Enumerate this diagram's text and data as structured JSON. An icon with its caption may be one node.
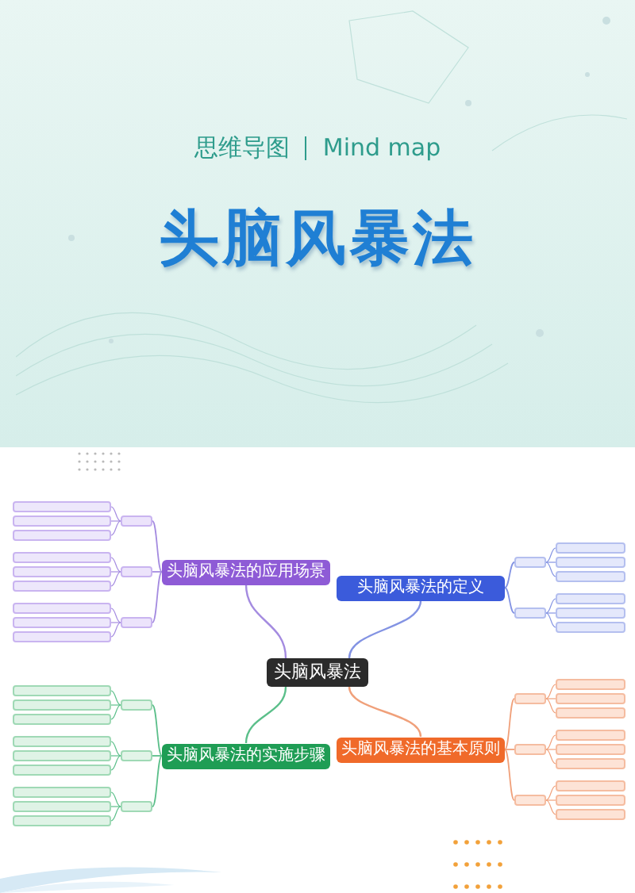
{
  "diagram": {
    "title": "头脑风暴法",
    "labels": [
      "思维导图",
      "Mind map"
    ],
    "nodes": [
      {
        "text": [
          "头脑风暴法"
        ]
      },
      {
        "text": [
          "头脑风暴法的应用场景"
        ]
      },
      {
        "text": [],
        "shape": "box"
      },
      {
        "text": [],
        "shape": "box"
      },
      {
        "text": [],
        "shape": "box"
      },
      {
        "text": [],
        "shape": "box"
      },
      {
        "text": [],
        "shape": "box"
      },
      {
        "text": [],
        "shape": "box"
      },
      {
        "text": [],
        "shape": "box"
      },
      {
        "text": [],
        "shape": "box"
      },
      {
        "text": [],
        "shape": "box"
      },
      {
        "text": [],
        "shape": "box"
      },
      {
        "text": [],
        "shape": "box"
      },
      {
        "text": [],
        "shape": "box"
      },
      {
        "text": [
          "头脑风暴法的实施步骤"
        ]
      },
      {
        "text": [],
        "shape": "box"
      },
      {
        "text": [],
        "shape": "box"
      },
      {
        "text": [],
        "shape": "box"
      },
      {
        "text": [],
        "shape": "box"
      },
      {
        "text": [],
        "shape": "box"
      },
      {
        "text": [],
        "shape": "box"
      },
      {
        "text": [],
        "shape": "box"
      },
      {
        "text": [],
        "shape": "box"
      },
      {
        "text": [],
        "shape": "box"
      },
      {
        "text": [],
        "shape": "box"
      },
      {
        "text": [],
        "shape": "box"
      },
      {
        "text": [],
        "shape": "box"
      },
      {
        "text": [
          "头脑风暴法的定义"
        ]
      },
      {
        "text": [],
        "shape": "box"
      },
      {
        "text": [],
        "shape": "box"
      },
      {
        "text": [],
        "shape": "box"
      },
      {
        "text": [],
        "shape": "box"
      },
      {
        "text": [],
        "shape": "box"
      },
      {
        "text": [],
        "shape": "box"
      },
      {
        "text": [],
        "shape": "box"
      },
      {
        "text": [],
        "shape": "box"
      },
      {
        "text": [
          "头脑风暴法的基本原则"
        ]
      },
      {
        "text": [],
        "shape": "box"
      },
      {
        "text": [],
        "shape": "box"
      },
      {
        "text": [],
        "shape": "box"
      },
      {
        "text": [],
        "shape": "box"
      },
      {
        "text": [],
        "shape": "box"
      },
      {
        "text": [],
        "shape": "box"
      },
      {
        "text": [],
        "shape": "box"
      },
      {
        "text": [],
        "shape": "box"
      },
      {
        "text": [],
        "shape": "box"
      },
      {
        "text": [],
        "shape": "box"
      },
      {
        "text": [],
        "shape": "box"
      },
      {
        "text": [],
        "shape": "box"
      }
    ],
    "edges": [
      {
        "from": 0,
        "to": 1,
        "arrow": "none",
        "color": "#a48be0"
      },
      {
        "from": 1,
        "to": 2,
        "arrow": "none",
        "color": "#a48be0"
      },
      {
        "from": 1,
        "to": 3,
        "arrow": "none",
        "color": "#a48be0"
      },
      {
        "from": 1,
        "to": 4,
        "arrow": "none",
        "color": "#a48be0"
      },
      {
        "from": 2,
        "to": 5,
        "arrow": "none",
        "color": "#a48be0"
      },
      {
        "from": 2,
        "to": 6,
        "arrow": "none",
        "color": "#a48be0"
      },
      {
        "from": 2,
        "to": 7,
        "arrow": "none",
        "color": "#a48be0"
      },
      {
        "from": 3,
        "to": 8,
        "arrow": "none",
        "color": "#a48be0"
      },
      {
        "from": 3,
        "to": 9,
        "arrow": "none",
        "color": "#a48be0"
      },
      {
        "from": 3,
        "to": 10,
        "arrow": "none",
        "color": "#a48be0"
      },
      {
        "from": 4,
        "to": 11,
        "arrow": "none",
        "color": "#a48be0"
      },
      {
        "from": 4,
        "to": 12,
        "arrow": "none",
        "color": "#a48be0"
      },
      {
        "from": 4,
        "to": 13,
        "arrow": "none",
        "color": "#a48be0"
      },
      {
        "from": 0,
        "to": 14,
        "arrow": "none",
        "color": "#5bbf8a"
      },
      {
        "from": 14,
        "to": 15,
        "arrow": "none",
        "color": "#5bbf8a"
      },
      {
        "from": 14,
        "to": 16,
        "arrow": "none",
        "color": "#5bbf8a"
      },
      {
        "from": 14,
        "to": 17,
        "arrow": "none",
        "color": "#5bbf8a"
      },
      {
        "from": 15,
        "to": 18,
        "arrow": "none",
        "color": "#5bbf8a"
      },
      {
        "from": 15,
        "to": 19,
        "arrow": "none",
        "color": "#5bbf8a"
      },
      {
        "from": 15,
        "to": 20,
        "arrow": "none",
        "color": "#5bbf8a"
      },
      {
        "from": 16,
        "to": 21,
        "arrow": "none",
        "color": "#5bbf8a"
      },
      {
        "from": 16,
        "to": 22,
        "arrow": "none",
        "color": "#5bbf8a"
      },
      {
        "from": 16,
        "to": 23,
        "arrow": "none",
        "color": "#5bbf8a"
      },
      {
        "from": 17,
        "to": 24,
        "arrow": "none",
        "color": "#5bbf8a"
      },
      {
        "from": 17,
        "to": 25,
        "arrow": "none",
        "color": "#5bbf8a"
      },
      {
        "from": 17,
        "to": 26,
        "arrow": "none",
        "color": "#5bbf8a"
      },
      {
        "from": 0,
        "to": 27,
        "arrow": "none",
        "color": "#8393e3"
      },
      {
        "from": 27,
        "to": 28,
        "arrow": "none",
        "color": "#8393e3"
      },
      {
        "from": 27,
        "to": 29,
        "arrow": "none",
        "color": "#8393e3"
      },
      {
        "from": 28,
        "to": 30,
        "arrow": "none",
        "color": "#8393e3"
      },
      {
        "from": 28,
        "to": 31,
        "arrow": "none",
        "color": "#8393e3"
      },
      {
        "from": 28,
        "to": 32,
        "arrow": "none",
        "color": "#8393e3"
      },
      {
        "from": 29,
        "to": 33,
        "arrow": "none",
        "color": "#8393e3"
      },
      {
        "from": 29,
        "to": 34,
        "arrow": "none",
        "color": "#8393e3"
      },
      {
        "from": 29,
        "to": 35,
        "arrow": "none",
        "color": "#8393e3"
      },
      {
        "from": 0,
        "to": 36,
        "arrow": "none",
        "color": "#f0a07a"
      },
      {
        "from": 36,
        "to": 37,
        "arrow": "none",
        "color": "#f0a07a"
      },
      {
        "from": 36,
        "to": 38,
        "arrow": "none",
        "color": "#f0a07a"
      },
      {
        "from": 36,
        "to": 39,
        "arrow": "none",
        "color": "#f0a07a"
      },
      {
        "from": 37,
        "to": 40,
        "arrow": "none",
        "color": "#f0a07a"
      },
      {
        "from": 37,
        "to": 41,
        "arrow": "none",
        "color": "#f0a07a"
      },
      {
        "from": 37,
        "to": 42,
        "arrow": "none",
        "color": "#f0a07a"
      },
      {
        "from": 38,
        "to": 43,
        "arrow": "none",
        "color": "#f0a07a"
      },
      {
        "from": 38,
        "to": 44,
        "arrow": "none",
        "color": "#f0a07a"
      },
      {
        "from": 38,
        "to": 45,
        "arrow": "none",
        "color": "#f0a07a"
      },
      {
        "from": 39,
        "to": 46,
        "arrow": "none",
        "color": "#f0a07a"
      },
      {
        "from": 39,
        "to": 47,
        "arrow": "none",
        "color": "#f0a07a"
      },
      {
        "from": 39,
        "to": 48,
        "arrow": "none",
        "color": "#f0a07a"
      }
    ]
  }
}
